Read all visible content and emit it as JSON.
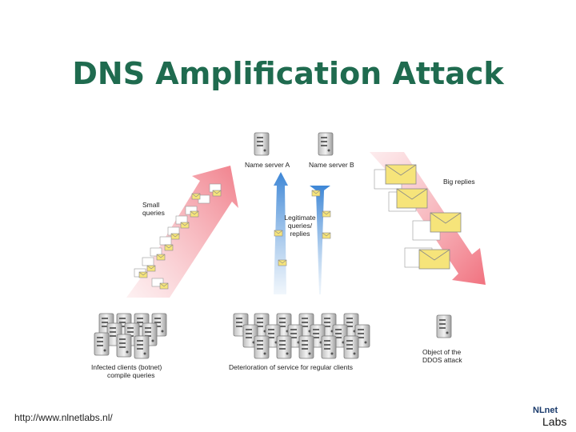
{
  "slide": {
    "title": "DNS Amplification Attack",
    "url": "http://www.nlnetlabs.nl/",
    "logo": {
      "line1": "NLnet",
      "line2": "Labs"
    }
  },
  "diagram": {
    "name_server_a": "Name server A",
    "name_server_b": "Name server B",
    "small_queries": [
      "Small",
      "queries"
    ],
    "legitimate": [
      "Legitimate",
      "queries/",
      "replies"
    ],
    "big_replies": "Big replies",
    "botnet": [
      "Infected clients (botnet)",
      "compile queries"
    ],
    "regular_clients": "Deterioration of service for regular clients",
    "target": [
      "Object of the",
      "DDOS attack"
    ],
    "colors": {
      "attack_arrow": "#f4a0a8",
      "legit_arrow": "#6ea6df",
      "envelope": "#f4e27a",
      "server": "#dcdcdc"
    }
  }
}
